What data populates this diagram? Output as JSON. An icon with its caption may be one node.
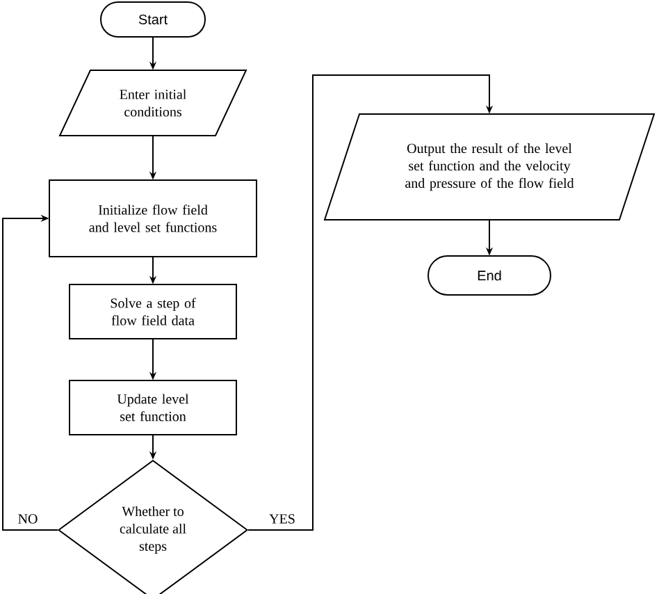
{
  "diagram": {
    "nodes": [
      {
        "text": [
          "Start"
        ]
      },
      {
        "text": [
          "Enter initial conditions"
        ]
      },
      {
        "text": [
          "Initialize flow field and level set functions"
        ]
      },
      {
        "text": [
          "Solve a step of flow field data"
        ]
      },
      {
        "text": [
          "Update level set function"
        ]
      },
      {
        "text": [
          "Whether to calculate all steps"
        ]
      },
      {
        "text": [
          "Output the result of the level set function and the velocity and pressure of the flow field"
        ]
      },
      {
        "text": [
          "End"
        ]
      }
    ],
    "edges": [
      {
        "from": 0,
        "to": 1,
        "arrow": "to"
      },
      {
        "from": 1,
        "to": 2,
        "arrow": "to"
      },
      {
        "from": 2,
        "to": 3,
        "arrow": "to"
      },
      {
        "from": 3,
        "to": 4,
        "arrow": "to"
      },
      {
        "from": 4,
        "to": 5,
        "arrow": "to"
      },
      {
        "from": 5,
        "to": 2,
        "arrow": "to",
        "label": "NO"
      },
      {
        "from": 5,
        "to": 6,
        "arrow": "to",
        "label": "YES"
      },
      {
        "from": 6,
        "to": 7,
        "arrow": "to"
      }
    ]
  }
}
